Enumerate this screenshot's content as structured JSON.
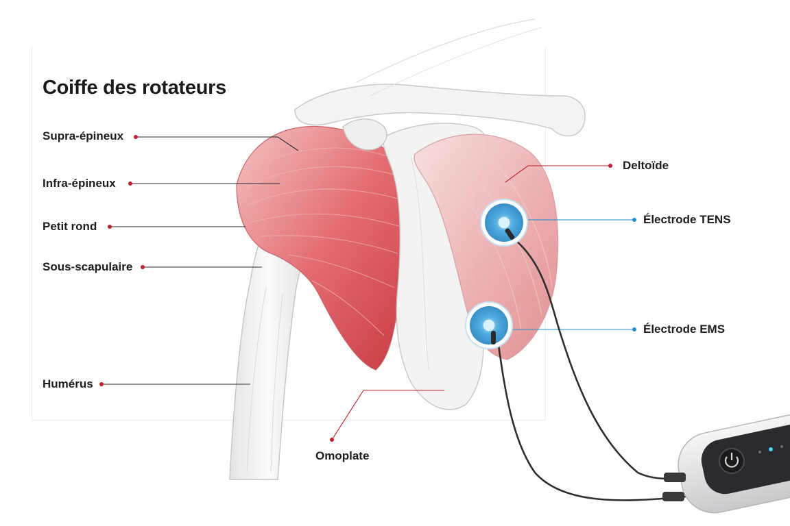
{
  "title": "Coiffe des rotateurs",
  "labels": {
    "supraspinatus": "Supra-épineux",
    "infraspinatus": "Infra-épineux",
    "teres_minor": "Petit rond",
    "subscapularis": "Sous-scapulaire",
    "humerus": "Humérus",
    "scapula": "Omoplate",
    "deltoid": "Deltoïde",
    "tens_electrode": "Électrode TENS",
    "ems_electrode": "Électrode EMS"
  },
  "colors": {
    "muscle_leader": "#c0202a",
    "electrode_leader": "#1e8fc7",
    "electrode_pad": "#4aa8dc",
    "muscle": "#e0666c",
    "bone": "#f2f2f2",
    "device_body": "#e9e9ea",
    "device_panel": "#2a2b2e",
    "device_led": "#4fd2ee"
  },
  "icons": {
    "power": "power-icon"
  }
}
